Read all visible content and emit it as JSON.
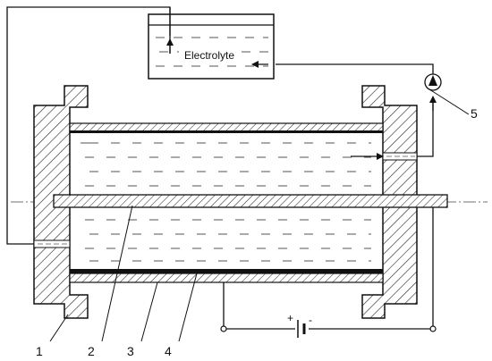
{
  "diagram": {
    "tank_label": "Electrolyte",
    "part_labels": [
      "1",
      "2",
      "3",
      "4",
      "5"
    ],
    "battery_symbol": "+|-"
  }
}
